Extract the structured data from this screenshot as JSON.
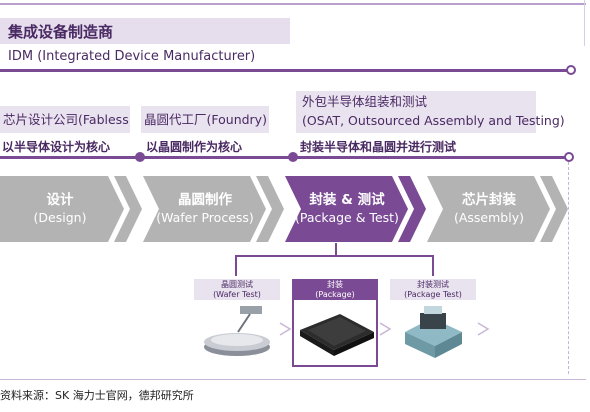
{
  "title": "集成设备制造商",
  "idm_label": "IDM (Integrated Device Manufacturer)",
  "fabless": {
    "label": "芯片设计公司(Fabless)",
    "desc": "以半导体设计为核心"
  },
  "foundry": {
    "label": "晶圆代工厂(Foundry)",
    "desc": "以晶圆制作为核心"
  },
  "osat": {
    "label_line1": "外包半导体组装和测试",
    "label_line2": "(OSAT, Outsourced Assembly and Testing)",
    "desc": "封装半导体和晶圆并进行测试"
  },
  "steps": [
    {
      "cn": "设计",
      "en": "(Design)",
      "color": "#b3b3b3"
    },
    {
      "cn": "晶圆制作",
      "en": "(Wafer Process)",
      "color": "#b3b3b3"
    },
    {
      "cn": "封装 & 测试",
      "en": "(Package & Test)",
      "color": "#7a4a95"
    },
    {
      "cn": "芯片封装",
      "en": "(Assembly)",
      "color": "#b3b3b3"
    }
  ],
  "cards": [
    {
      "cn": "晶圆测试",
      "en": "(Wafer Test)",
      "highlight": false
    },
    {
      "cn": "封装",
      "en": "(Package)",
      "highlight": true
    },
    {
      "cn": "封装测试",
      "en": "(Package Test)",
      "highlight": false
    }
  ],
  "colors": {
    "purple": "#7a4a95",
    "light_purple": "#e9e2ef",
    "gray_chevron": "#b3b3b3"
  },
  "source": "资料来源：SK 海力士官网，德邦研究所"
}
